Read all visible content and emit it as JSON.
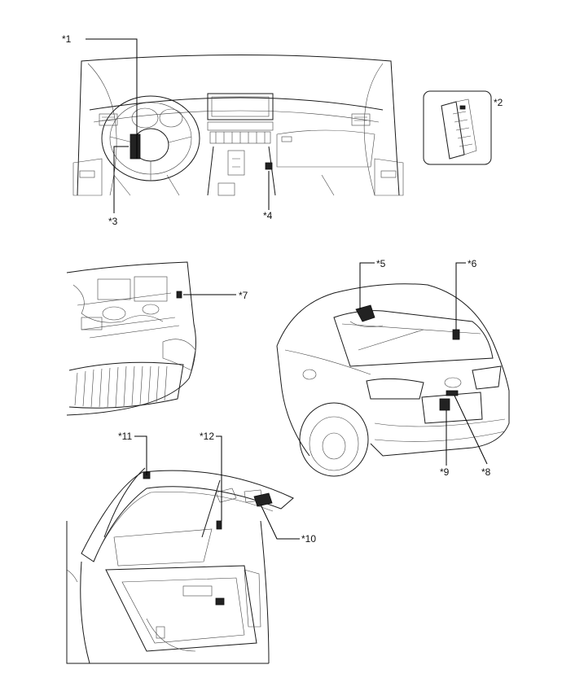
{
  "callouts": {
    "c1": "*1",
    "c2": "*2",
    "c3": "*3",
    "c4": "*4",
    "c5": "*5",
    "c6": "*6",
    "c7": "*7",
    "c8": "*8",
    "c9": "*9",
    "c10": "*10",
    "c11": "*11",
    "c12": "*12"
  },
  "colors": {
    "line": "#1a1a1a",
    "background": "#ffffff"
  },
  "views": [
    "instrument-panel",
    "module-detail",
    "engine-compartment",
    "vehicle-rear",
    "back-door-open"
  ]
}
